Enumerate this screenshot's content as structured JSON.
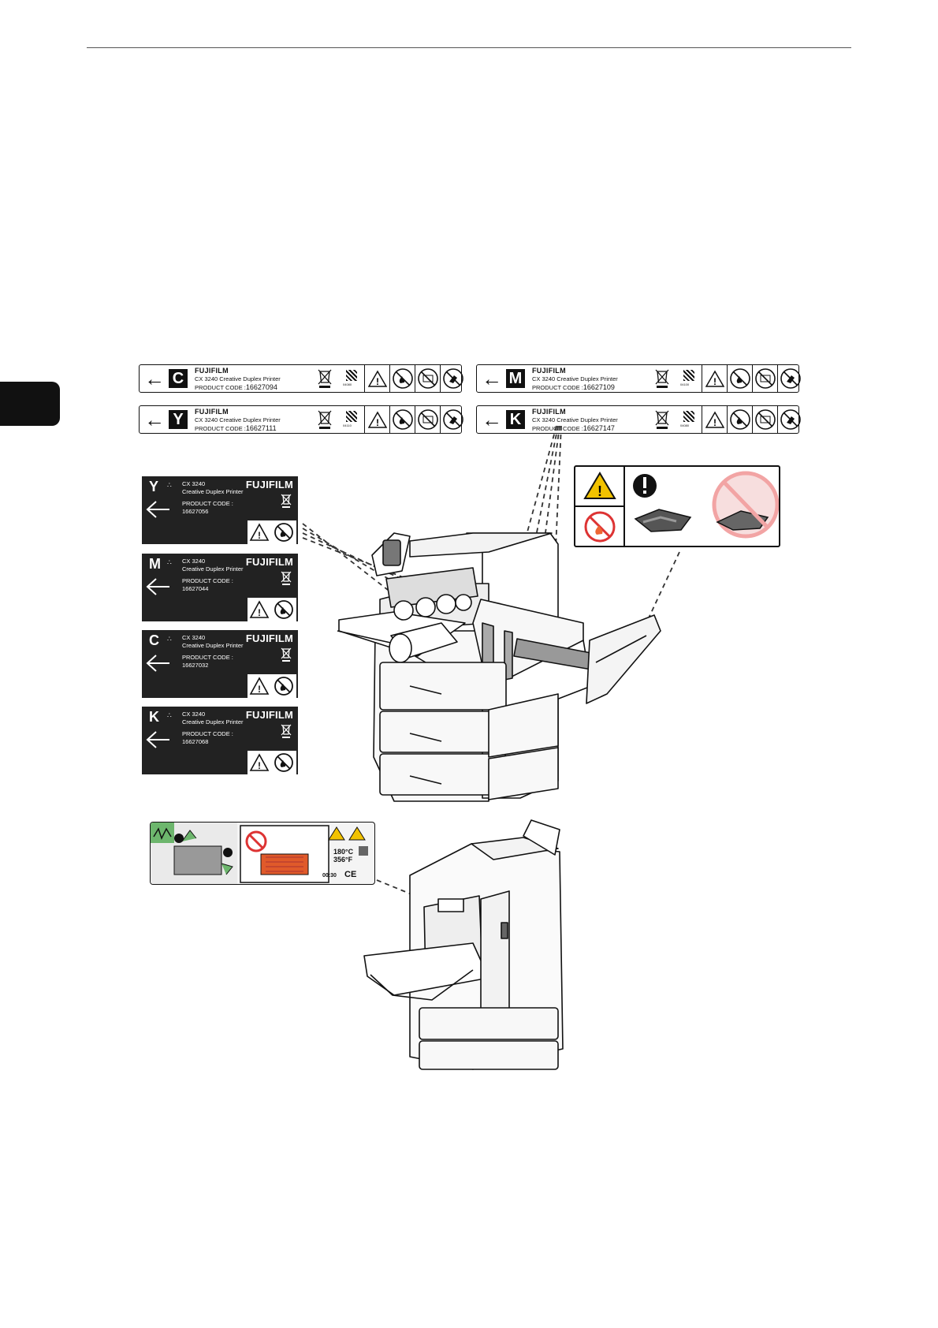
{
  "hlabels": [
    {
      "letter": "C",
      "brand": "FUJIFILM",
      "model": "CX 3240 Creative Duplex Printer",
      "code_label": "PRODUCT CODE :",
      "code": "16627094",
      "qr_num": "04080"
    },
    {
      "letter": "M",
      "brand": "FUJIFILM",
      "model": "CX 3240 Creative Duplex Printer",
      "code_label": "PRODUCT CODE :",
      "code": "16627109",
      "qr_num": "04100"
    },
    {
      "letter": "Y",
      "brand": "FUJIFILM",
      "model": "CX 3240 Creative Duplex Printer",
      "code_label": "PRODUCT CODE :",
      "code": "16627111",
      "qr_num": "04110"
    },
    {
      "letter": "K",
      "brand": "FUJIFILM",
      "model": "CX 3240 Creative Duplex Printer",
      "code_label": "PRODUCT CODE :",
      "code": "16627147",
      "qr_num": "04080"
    }
  ],
  "vlabels": [
    {
      "letter": "Y",
      "model1": "CX 3240",
      "model2": "Creative Duplex Printer",
      "brand": "FUJIFILM",
      "code_label": "PRODUCT CODE :",
      "code": "16627056"
    },
    {
      "letter": "M",
      "model1": "CX 3240",
      "model2": "Creative Duplex Printer",
      "brand": "FUJIFILM",
      "code_label": "PRODUCT CODE :",
      "code": "16627044"
    },
    {
      "letter": "C",
      "model1": "CX 3240",
      "model2": "Creative Duplex Printer",
      "brand": "FUJIFILM",
      "code_label": "PRODUCT CODE :",
      "code": "16627032"
    },
    {
      "letter": "K",
      "model1": "CX 3240",
      "model2": "Creative Duplex Printer",
      "brand": "FUJIFILM",
      "code_label": "PRODUCT CODE :",
      "code": "16627068"
    }
  ],
  "fuser_label": {
    "temp_c": "180°C",
    "temp_f": "356°F",
    "time": "00:30",
    "ce": "CE"
  }
}
